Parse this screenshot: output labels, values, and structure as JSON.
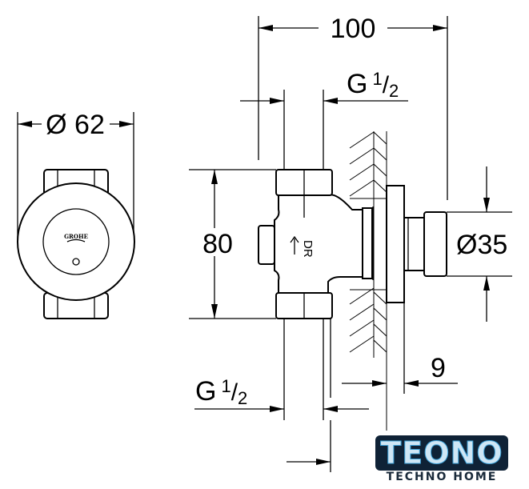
{
  "dimensions": {
    "front_diameter": "Ø 62",
    "width": "100",
    "thread_top": {
      "main": "G",
      "num": "1",
      "den": "2"
    },
    "thread_bottom": {
      "main": "G",
      "num": "1",
      "den": "2"
    },
    "height": "80",
    "cap_diameter": "Ø35",
    "flange": "9"
  },
  "labels": {
    "body_marking": "DR",
    "brand_on_cover": "GROHE"
  },
  "logo": {
    "name": "TEONO",
    "tagline": "TECHNO HOME"
  }
}
